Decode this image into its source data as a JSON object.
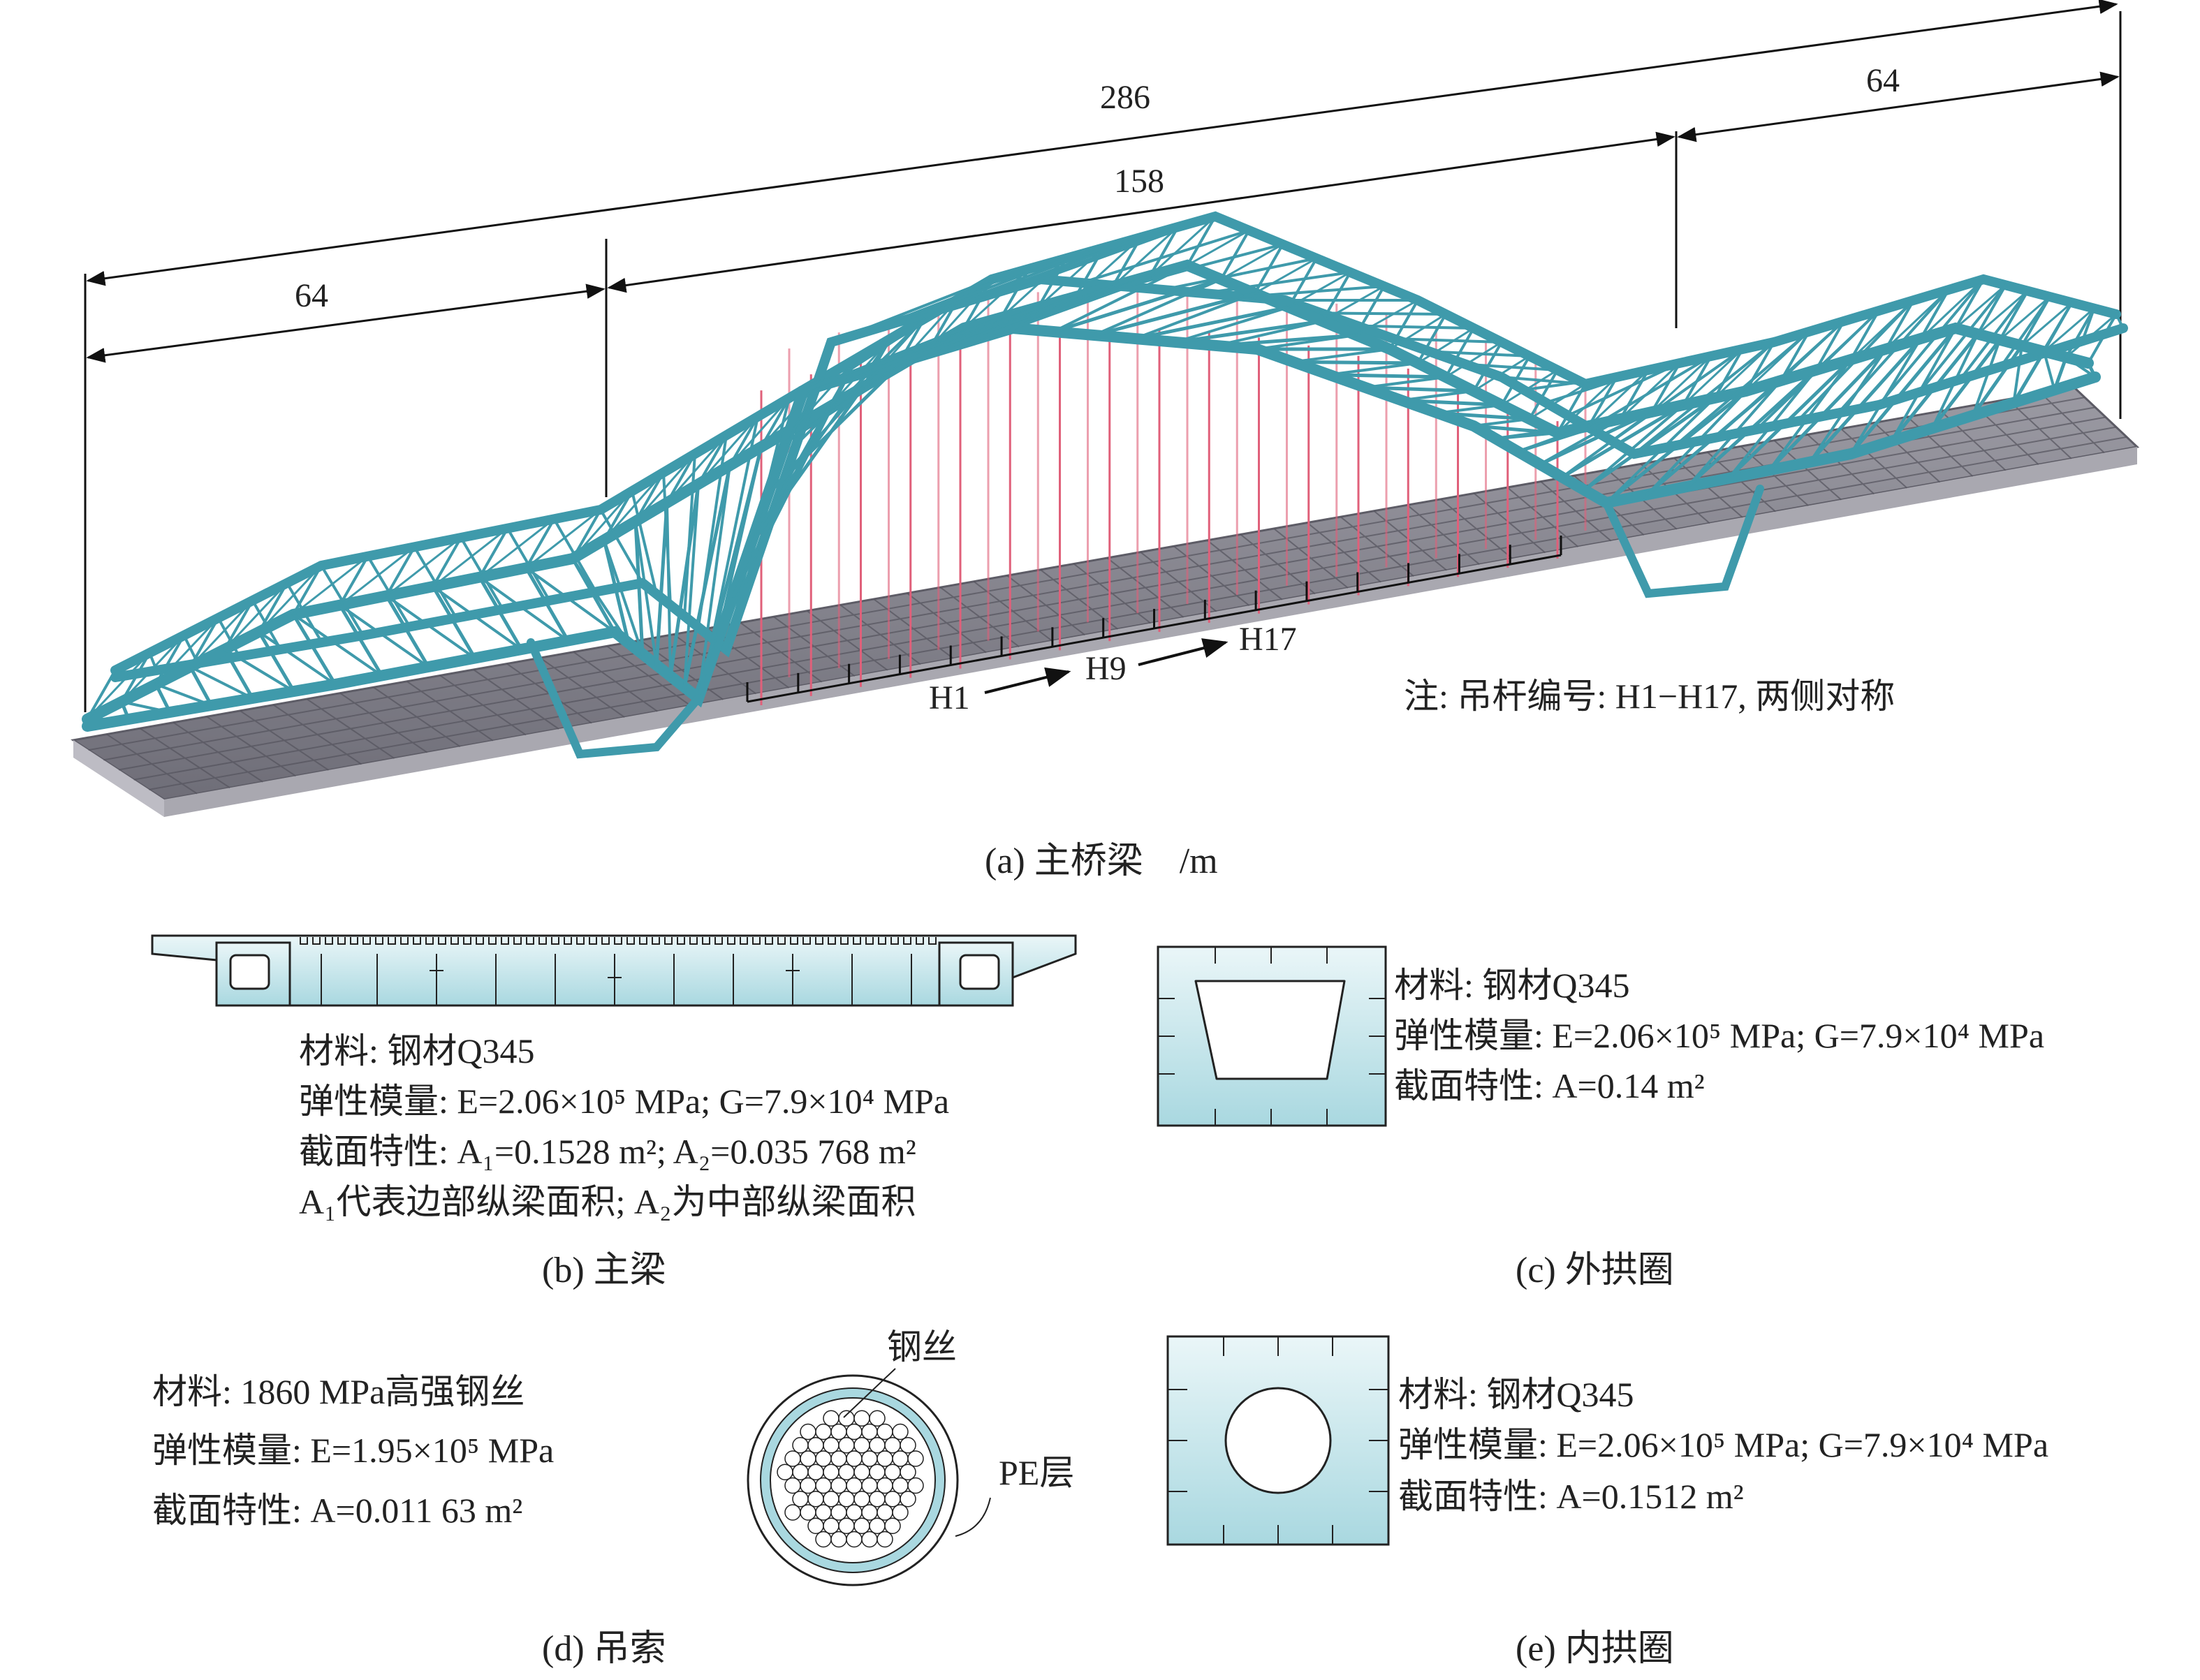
{
  "bridge": {
    "dimensions": {
      "total": "286",
      "left_span": "64",
      "main_span": "158",
      "right_span": "64"
    },
    "hangers": {
      "h1": "H1",
      "h9": "H9",
      "h17": "H17"
    },
    "note": "注: 吊杆编号: H1−H17, 两侧对称",
    "caption": "(a) 主桥梁    /m"
  },
  "main_girder": {
    "material": "材料: 钢材Q345",
    "modulus": "弹性模量: E=2.06×10⁵ MPa; G=7.9×10⁴ MPa",
    "section": "截面特性: A₁=0.1528 m²; A₂=0.035 768 m²",
    "note": "A₁代表边部纵梁面积; A₂为中部纵梁面积",
    "caption": "(b) 主梁"
  },
  "outer_arch": {
    "material": "材料: 钢材Q345",
    "modulus": "弹性模量: E=2.06×10⁵ MPa; G=7.9×10⁴ MPa",
    "section": "截面特性: A=0.14 m²",
    "caption": "(c) 外拱圈"
  },
  "cable": {
    "material": "材料: 1860 MPa高强钢丝",
    "modulus": "弹性模量: E=1.95×10⁵ MPa",
    "section": "截面特性: A=0.011 63 m²",
    "wire_label": "钢丝",
    "pe_label": "PE层",
    "caption": "(d) 吊索"
  },
  "inner_arch": {
    "material": "材料: 钢材Q345",
    "modulus": "弹性模量: E=2.06×10⁵ MPa; G=7.9×10⁴ MPa",
    "section": "截面特性: A=0.1512 m²",
    "caption": "(e) 内拱圈"
  },
  "colors": {
    "steel": "#4aa3b2",
    "steel_light": "#c9e8ee",
    "deck": "#8a8a92",
    "hanger": "#e0607a",
    "ink": "#222222"
  }
}
